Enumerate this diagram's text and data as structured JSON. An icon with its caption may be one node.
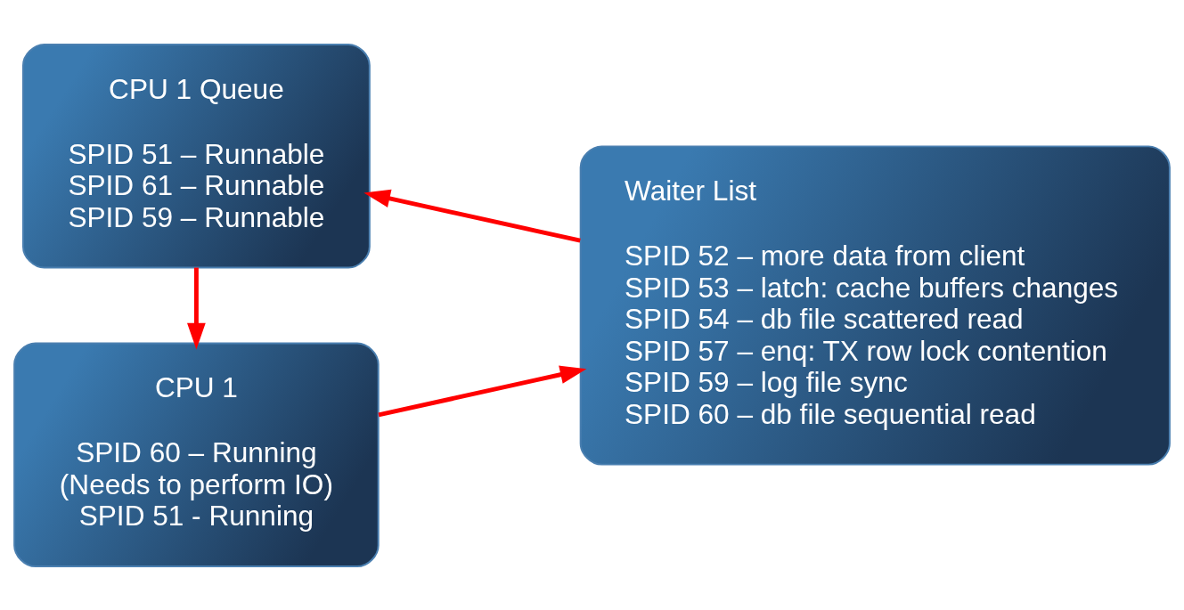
{
  "diagram": {
    "nodes": [
      {
        "text": [
          "CPU 1",
          "SPID 60 – Running",
          "(Needs to perform IO)",
          "SPID 51 - Running"
        ]
      },
      {
        "text": [
          "CPU 1 Queue",
          "SPID 51 – Runnable",
          "SPID 61 – Runnable",
          "SPID 59 – Runnable"
        ]
      },
      {
        "text": [
          "Waiter List",
          "SPID 52 – more data from client",
          "SPID 53 – latch: cache buffers changes",
          "SPID 54 – db file scattered read",
          "SPID 57 – enq: TX row lock contention",
          "SPID 59 – log file sync",
          "SPID 60 – db file sequential read"
        ]
      }
    ],
    "edges": [
      {
        "from": 0,
        "to": 2,
        "arrow": "to"
      },
      {
        "from": 1,
        "to": 0,
        "arrow": "to"
      },
      {
        "from": 2,
        "to": 1,
        "arrow": "to"
      }
    ]
  }
}
